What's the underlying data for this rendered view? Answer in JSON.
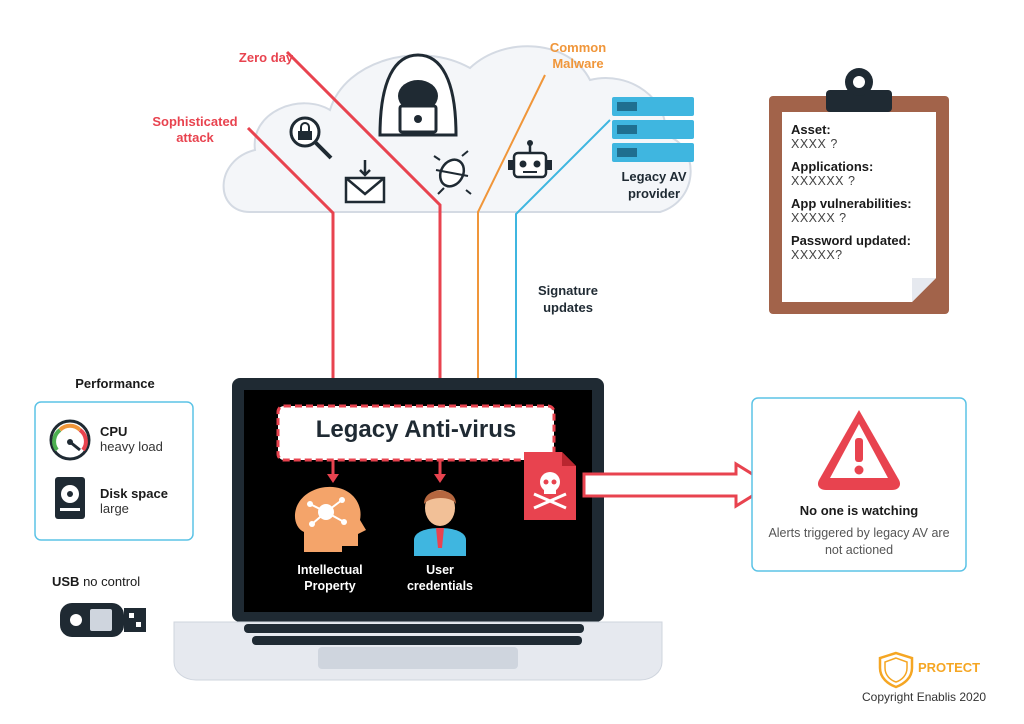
{
  "threats": {
    "zero_day": "Zero day",
    "sophisticated_attack": "Sophisticated attack",
    "common_malware": "Common Malware"
  },
  "provider": {
    "label": "Legacy AV provider"
  },
  "signature": {
    "label": "Signature updates"
  },
  "clipboard": {
    "items": [
      {
        "label": "Asset:",
        "value": "XXXX ?"
      },
      {
        "label": "Applications:",
        "value": "XXXXXX ?"
      },
      {
        "label": "App vulnerabilities:",
        "value": "XXXXX ?"
      },
      {
        "label": "Password updated:",
        "value": "XXXXX?"
      }
    ]
  },
  "performance": {
    "title": "Performance",
    "cpu": {
      "label": "CPU",
      "value": "heavy load"
    },
    "disk": {
      "label": "Disk space",
      "value": "large"
    }
  },
  "usb": {
    "label": "USB",
    "value": "no control"
  },
  "laptop": {
    "av_label": "Legacy Anti-virus",
    "ip_label": "Intellectual Property",
    "creds_label": "User credentials"
  },
  "alert": {
    "title": "No one is watching",
    "desc": "Alerts triggered by legacy AV are not actioned"
  },
  "footer": {
    "badge": "PROTECT",
    "copyright": "Copyright Enablis 2020"
  },
  "colors": {
    "red": "#e8434f",
    "orange": "#f0963a",
    "blue": "#3fb6e0",
    "dark": "#1f2a33",
    "brown": "#a2634a"
  }
}
